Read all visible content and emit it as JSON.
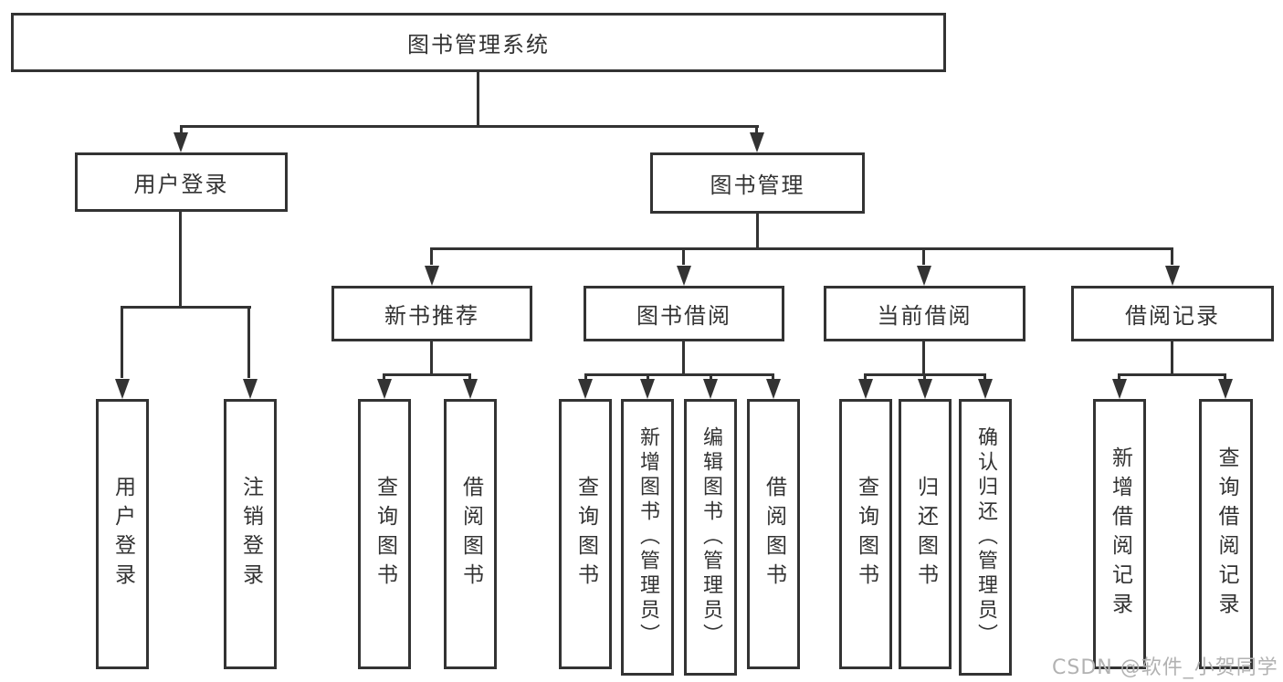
{
  "diagram": {
    "root": {
      "label": "图书管理系统",
      "children": [
        {
          "label": "用户登录",
          "children": [
            {
              "label": "用户登录"
            },
            {
              "label": "注销登录"
            }
          ]
        },
        {
          "label": "图书管理",
          "children": [
            {
              "label": "新书推荐",
              "children": [
                {
                  "label": "查询图书"
                },
                {
                  "label": "借阅图书"
                }
              ]
            },
            {
              "label": "图书借阅",
              "children": [
                {
                  "label": "查询图书"
                },
                {
                  "label": "新增图书（管理员）"
                },
                {
                  "label": "编辑图书（管理员）"
                },
                {
                  "label": "借阅图书"
                }
              ]
            },
            {
              "label": "当前借阅",
              "children": [
                {
                  "label": "查询图书"
                },
                {
                  "label": "归还图书"
                },
                {
                  "label": "确认归还（管理员）"
                }
              ]
            },
            {
              "label": "借阅记录",
              "children": [
                {
                  "label": "新增借阅记录"
                },
                {
                  "label": "查询借阅记录"
                }
              ]
            }
          ]
        }
      ]
    }
  },
  "watermark": {
    "text": "CSDN @软件_小贺同学"
  },
  "colors": {
    "line": "#333333",
    "text": "#333333",
    "box_background": "#ffffff",
    "page_background": "#ffffff",
    "watermark": "#b2b2b2"
  }
}
